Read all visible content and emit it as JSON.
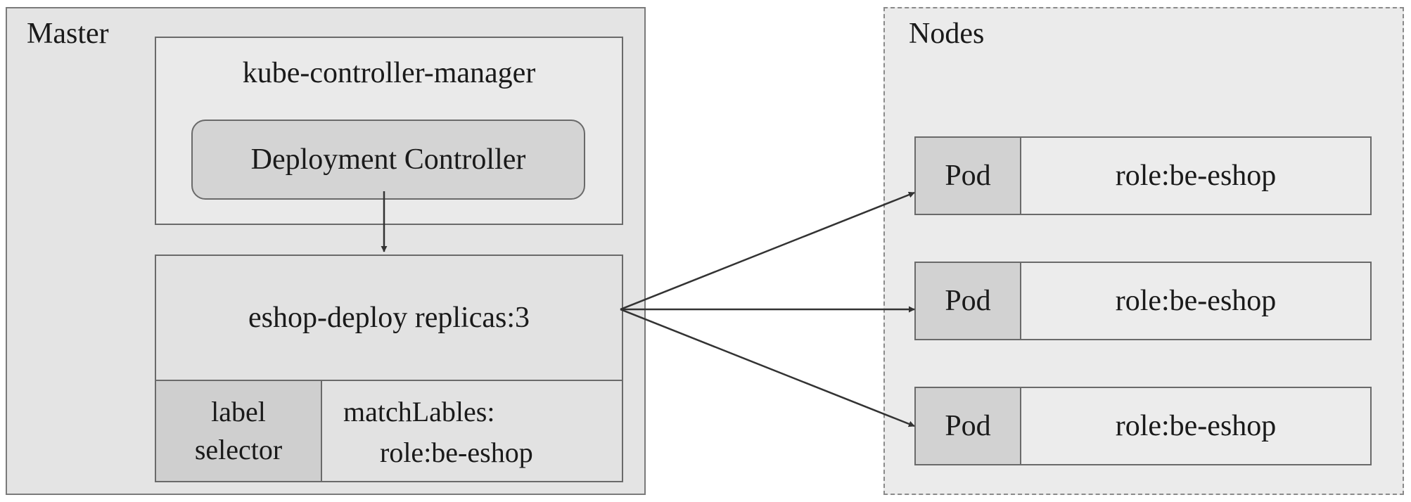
{
  "master": {
    "label": "Master",
    "controller_manager": {
      "title": "kube-controller-manager",
      "deployment_controller": "Deployment Controller"
    },
    "deployment": {
      "title": "eshop-deploy replicas:3",
      "label_selector": "label selector",
      "match_labels_key": "matchLables:",
      "match_labels_value": "role:be-eshop"
    }
  },
  "nodes": {
    "label": "Nodes",
    "pods": [
      {
        "name": "Pod",
        "role": "role:be-eshop"
      },
      {
        "name": "Pod",
        "role": "role:be-eshop"
      },
      {
        "name": "Pod",
        "role": "role:be-eshop"
      }
    ]
  },
  "colors": {
    "panel_fill": "#e4e4e4",
    "box_fill": "#eaeaea",
    "dark_fill": "#d2d2d2",
    "stroke": "#6a6a6a",
    "arrow": "#333333"
  }
}
